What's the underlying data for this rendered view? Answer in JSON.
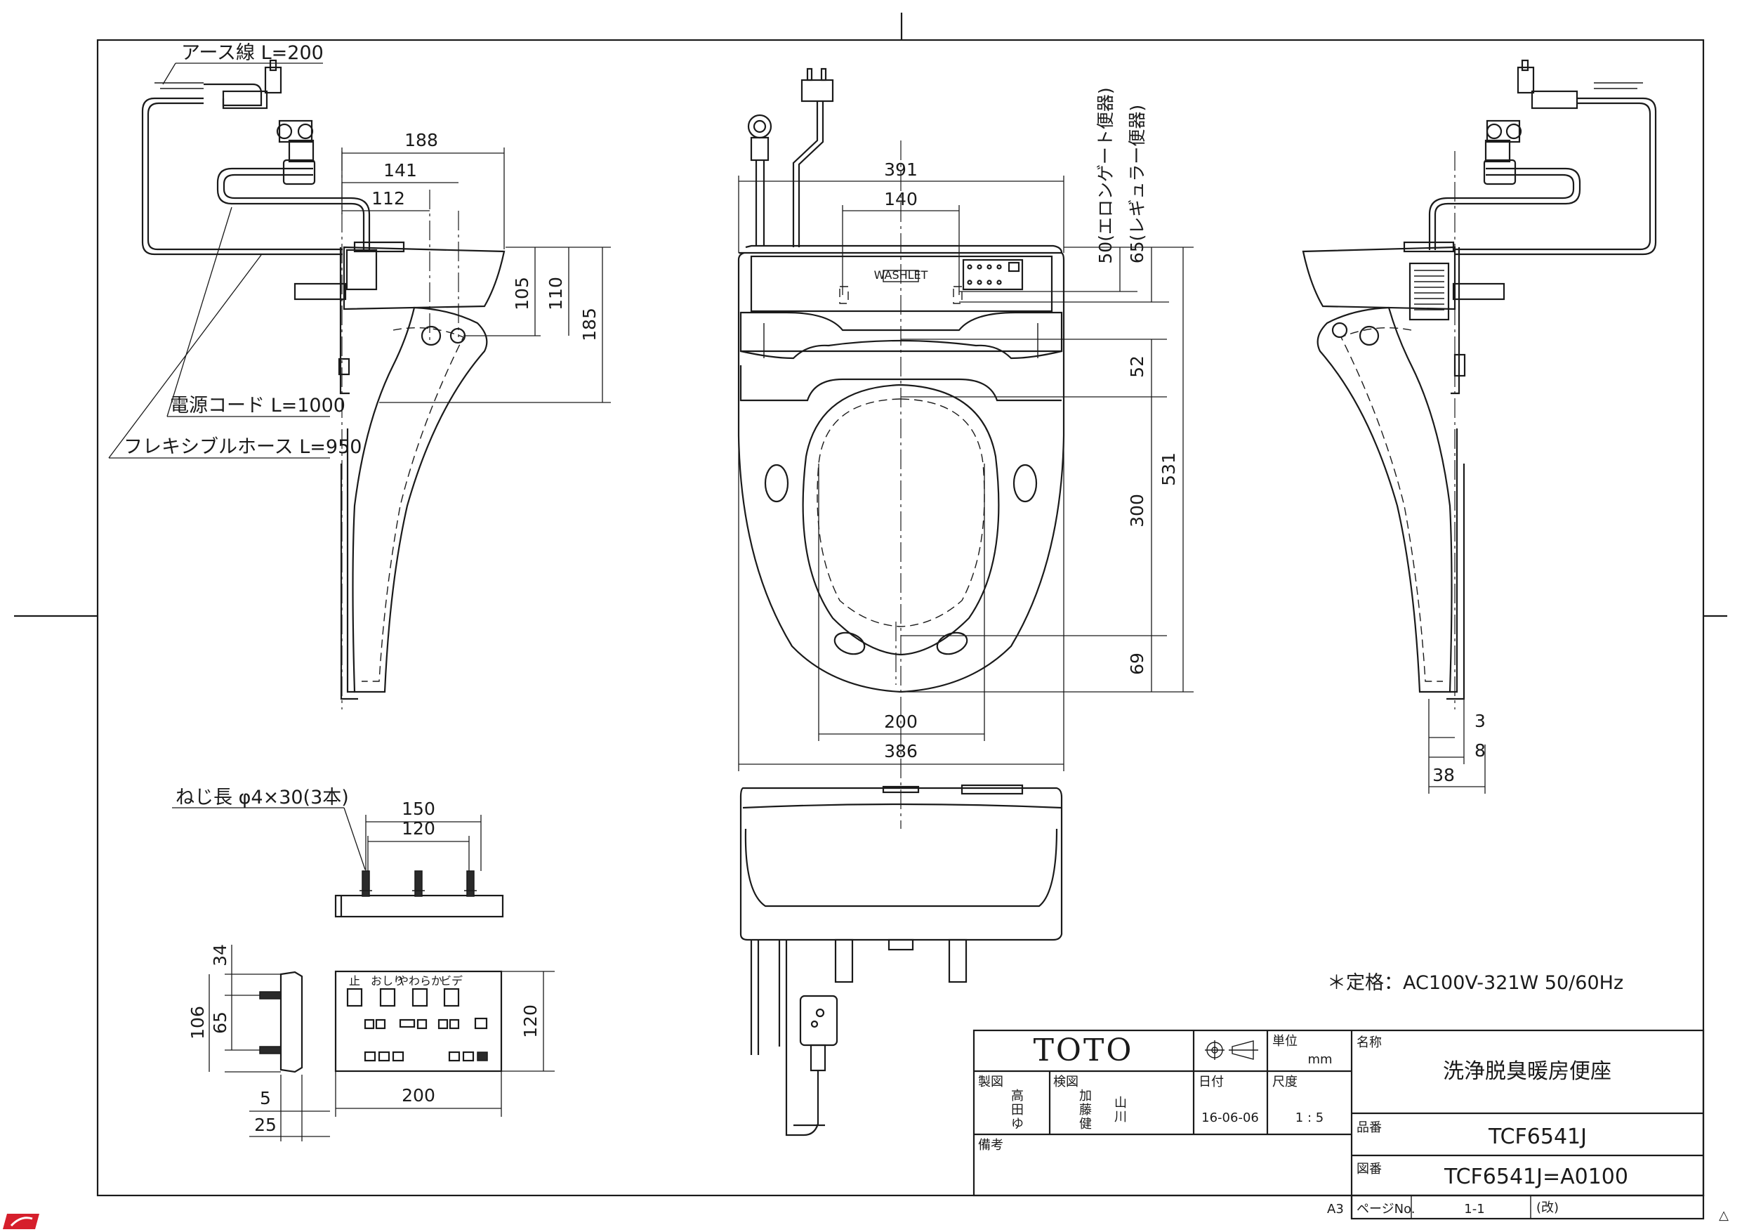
{
  "notes": {
    "earth_wire": "アース線  L=200",
    "power_cord": "電源コード  L=1000",
    "flexible_hose": "フレキシブルホース  L=950",
    "screw": "ねじ長  φ4×30(3本)",
    "rating": "＊定格：AC100V-321W  50/60Hz",
    "elongate_label": "50(エロンゲート便器)",
    "regular_label": "65(レギュラー便器)"
  },
  "dimensions": {
    "side_left": [
      "188",
      "141",
      "112",
      "105",
      "110",
      "185"
    ],
    "top_view": [
      "391",
      "140",
      "52",
      "300",
      "531",
      "69",
      "200",
      "386"
    ],
    "side_right": [
      "3",
      "8",
      "38"
    ],
    "mount_plate": [
      "150",
      "120"
    ],
    "remote_side": [
      "34",
      "106",
      "65",
      "5",
      "25"
    ],
    "remote_front": [
      "120",
      "200"
    ]
  },
  "remote": {
    "buttons": [
      "止",
      "おしり",
      "やわらか",
      "ビデ"
    ],
    "brand_mark": "WASHLET"
  },
  "title_block": {
    "logo": "TOTO",
    "unit_label": "単位",
    "unit": "mm",
    "name_label": "名称",
    "product_name": "洗浄脱臭暖房便座",
    "drawn_label": "製図",
    "drawn_by": [
      "高",
      "田",
      "ゆ"
    ],
    "checked_label": "検図",
    "checked_by_1": [
      "加",
      "藤",
      "健"
    ],
    "checked_by_2": [
      "山",
      "川"
    ],
    "date_label": "日付",
    "date": "16-06-06",
    "scale_label": "尺度",
    "scale": "1 : 5",
    "part_label": "品番",
    "part_number": "TCF6541J",
    "remarks_label": "備考",
    "drawing_label": "図番",
    "drawing_number": "TCF6541J=A0100",
    "paper_size": "A3",
    "page_label": "ページNo.",
    "page_value": "1-1",
    "revision_label": "(改)",
    "revision_mark": "△"
  }
}
